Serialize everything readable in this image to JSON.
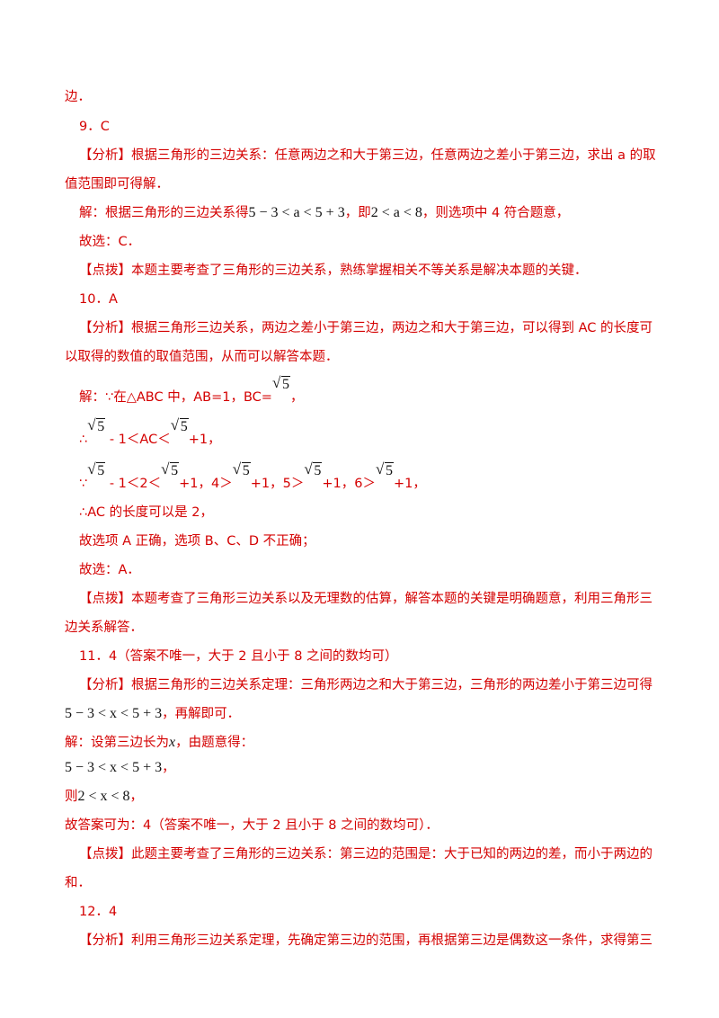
{
  "lines": {
    "l1": "边．",
    "q9_label": "9．C",
    "q9_analysis_tag": "【分析】",
    "q9_analysis_1": "根据三角形的三边关系：任意两边之和大于第三边，任意两边之差小于第三边，求出 a 的取",
    "q9_analysis_2": "值范围即可得解．",
    "q9_sol_a": "解：根据三角形的三边关系得",
    "q9_sol_m1": "5 − 3 < a < 5 + 3",
    "q9_sol_b": "，即",
    "q9_sol_m2": "2 < a < 8",
    "q9_sol_c": "，则选项中 4 符合题意，",
    "q9_choose": "故选：C．",
    "q9_tip_tag": "【点拨】",
    "q9_tip": "本题主要考查了三角形的三边关系，熟练掌握相关不等关系是解决本题的关键．",
    "q10_label": "10．A",
    "q10_analysis_tag": "【分析】",
    "q10_analysis_1": "根据三角形三边关系，两边之差小于第三边，两边之和大于第三边，可以得到 AC 的长度可",
    "q10_analysis_2": "以取得的数值的取值范围，从而可以解答本题．",
    "q10_sol_1": "解：∵在△ABC 中，AB=1，BC=",
    "sqrt_radicand": "5",
    "comma": "，",
    "therefore": "∴",
    "q10_t1": " - 1＜AC＜",
    "plus1": "+1，",
    "because": "∵",
    "q10_b1": " - 1＜2＜",
    "q10_b2": "+1，4＞",
    "q10_b3": "+1，5＞",
    "q10_b4": "+1，6＞",
    "q10_r": "∴AC 的长度可以是 2，",
    "q10_opt": "故选项 A 正确，选项 B、C、D 不正确；",
    "q10_choose": "故选：A．",
    "q10_tip_tag": "【点拨】",
    "q10_tip_1": "本题考查了三角形三边关系以及无理数的估算，解答本题的关键是明确题意，利用三角形三",
    "q10_tip_2": "边关系解答．",
    "q11_label": "11．4（答案不唯一，大于 2 且小于 8 之间的数均可）",
    "q11_analysis_tag": "【分析】",
    "q11_analysis_1": "根据三角形的三边关系定理：三角形两边之和大于第三边，三角形的两边差小于第三边可得",
    "q11_m1": "5 − 3 < x < 5 + 3",
    "q11_analysis_2": "，再解即可．",
    "q11_sol_a": "解：设第三边长为",
    "q11_x": "x",
    "q11_sol_b": "，由题意得：",
    "q11_m2": "5 − 3 < x < 5 + 3",
    "q11_then": "则",
    "q11_m3": "2 < x < 8",
    "q11_ans": "故答案可为：4（答案不唯一，大于 2 且小于 8 之间的数均可）．",
    "q11_tip_tag": "【点拨】",
    "q11_tip_1": "此题主要考查了三角形的三边关系：第三边的范围是：大于已知的两边的差，而小于两边的",
    "q11_tip_2": "和．",
    "q12_label": "12．4",
    "q12_analysis_tag": "【分析】",
    "q12_analysis_1": "利用三角形三边关系定理，先确定第三边的范围，再根据第三边是偶数这一条件，求得第三"
  }
}
